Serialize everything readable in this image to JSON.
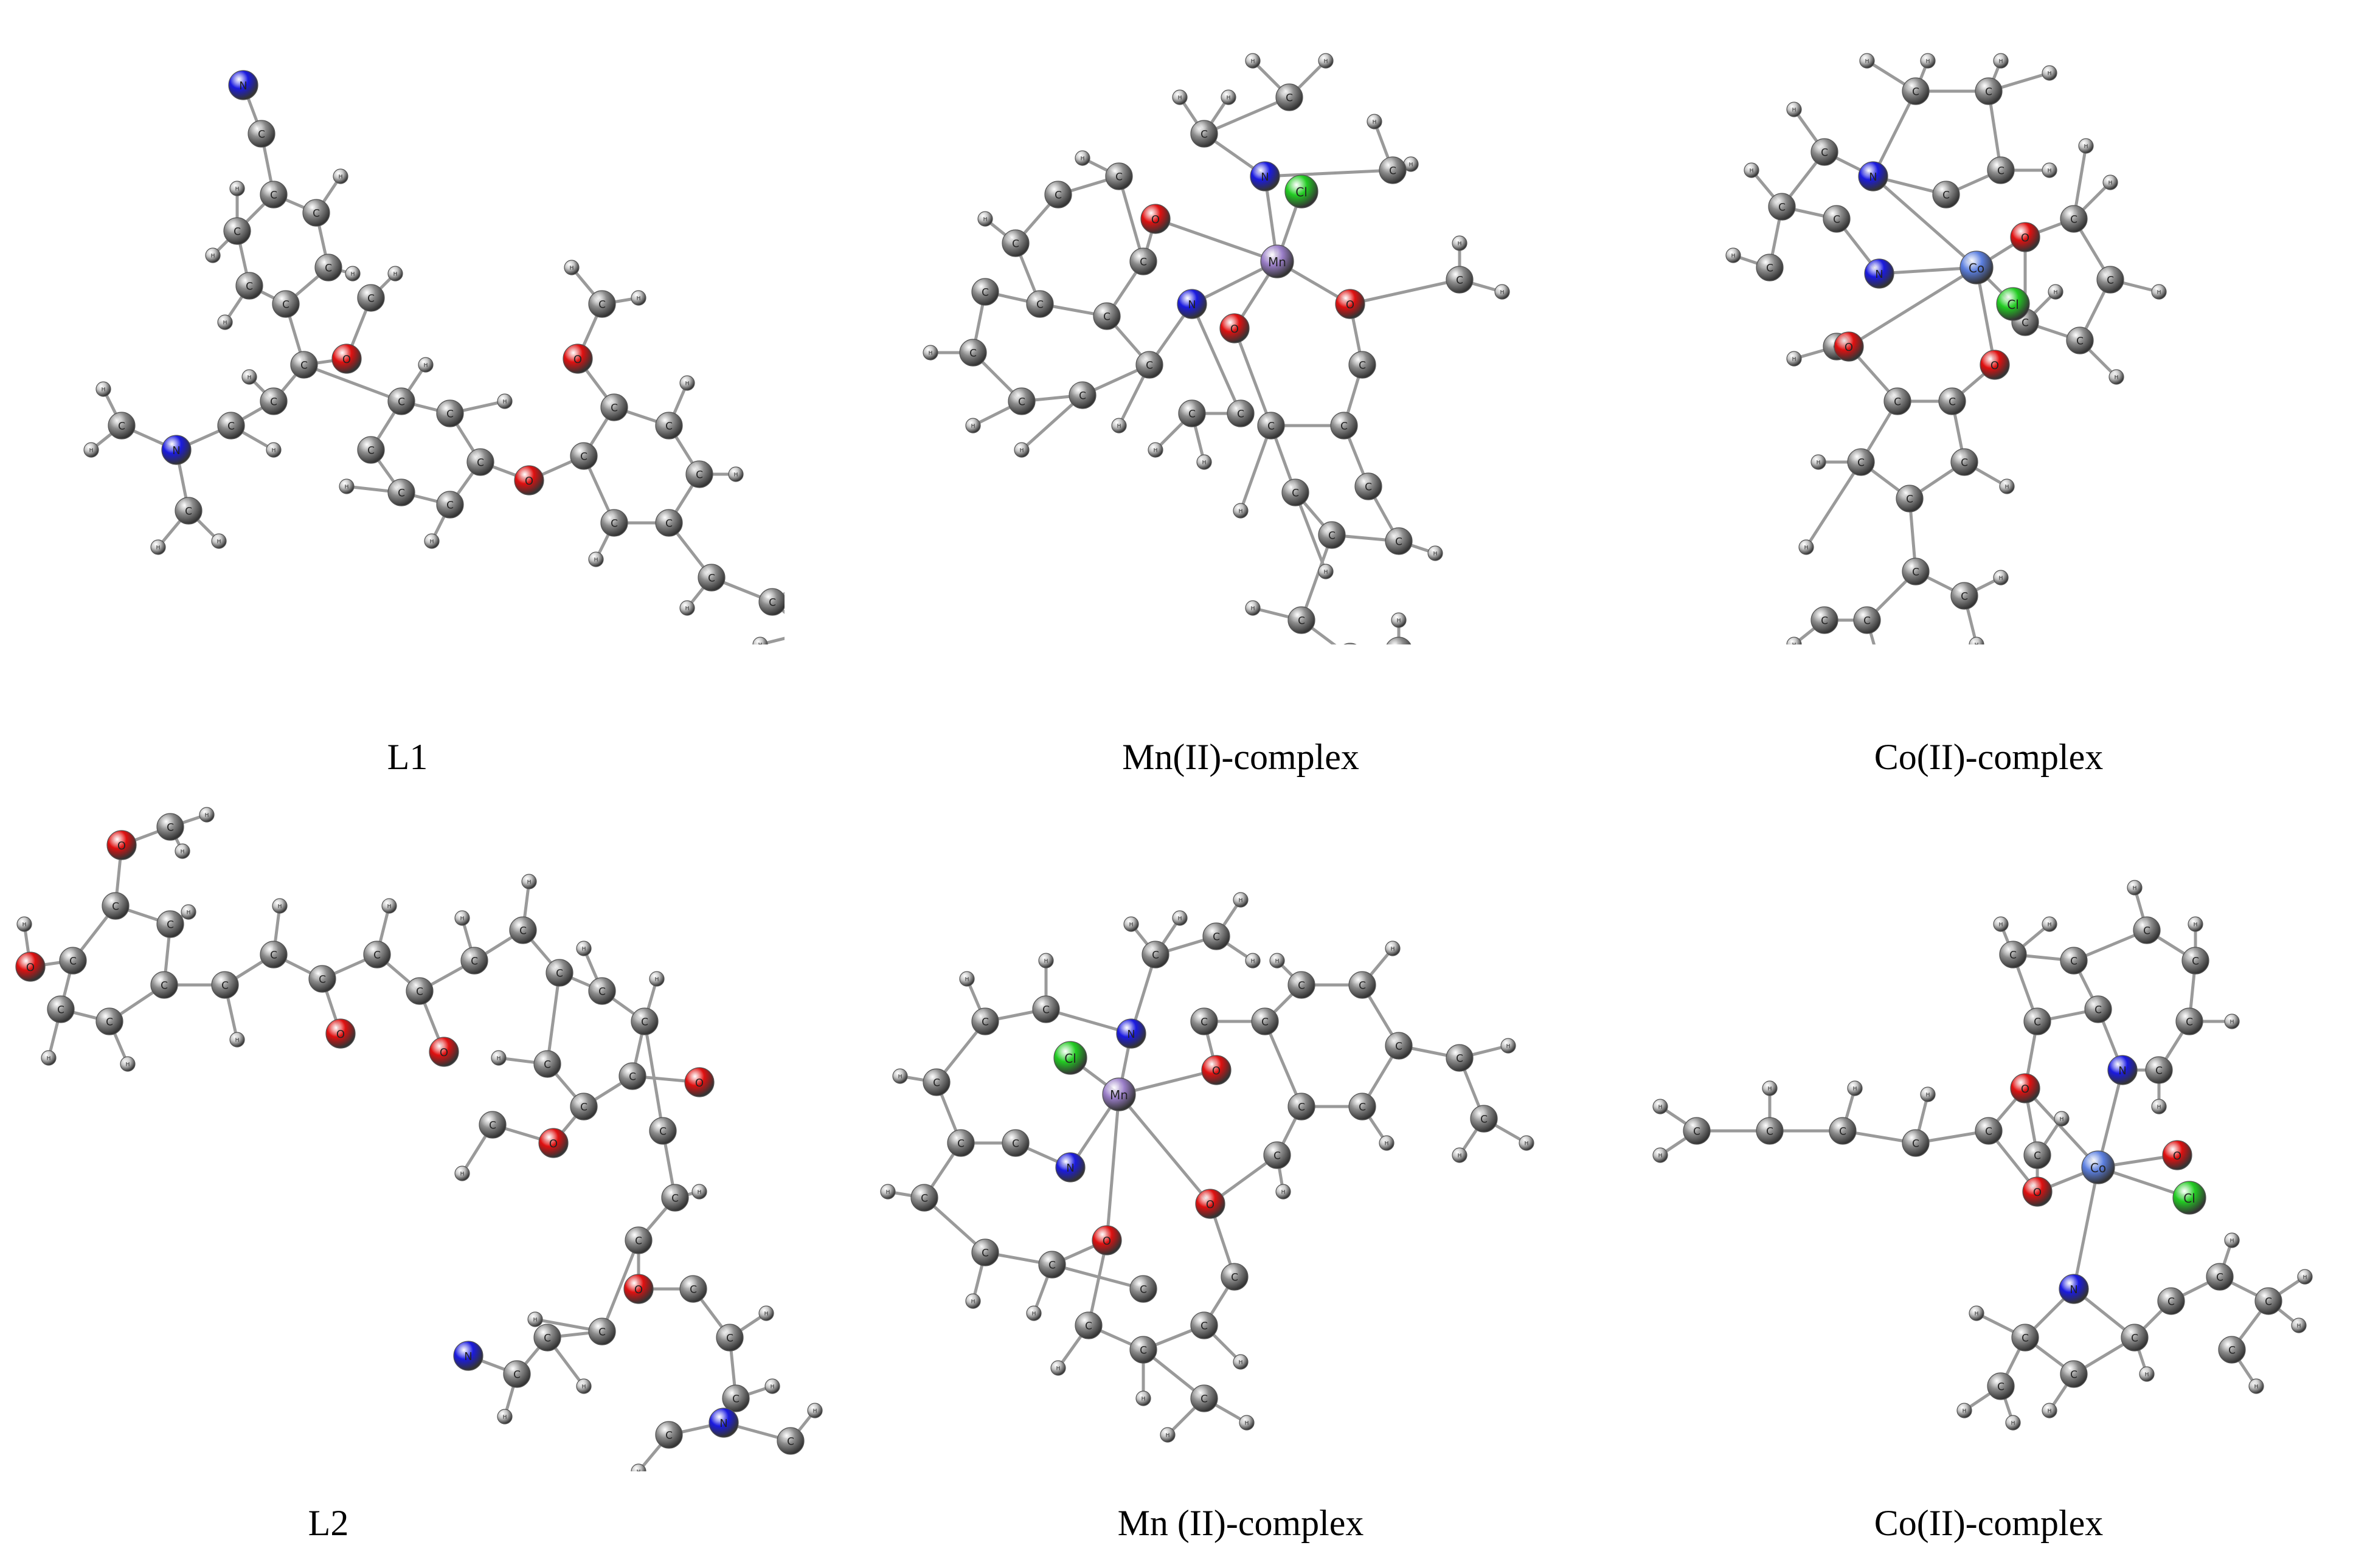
{
  "colors": {
    "background": "#ffffff",
    "carbon": "#8c8c8c",
    "hydrogen": "#c4c4c4",
    "nitrogen": "#1a1ae0",
    "oxygen": "#e01010",
    "chlorine": "#22cc22",
    "manganese": "#9a7ec8",
    "cobalt": "#5b7fe0",
    "bond": "#9a9a9a",
    "atom_label": "#222222",
    "caption": "#000000"
  },
  "atom_labels": {
    "C": "C",
    "H": "H",
    "N": "N",
    "O": "O",
    "Cl": "Cl",
    "Mn": "Mn",
    "Co": "Co"
  },
  "panels": [
    {
      "id": "l1",
      "caption": "L1"
    },
    {
      "id": "mn1",
      "caption": "Mn(II)-complex"
    },
    {
      "id": "co1",
      "caption": "Co(II)-complex"
    },
    {
      "id": "l2",
      "caption": "L2"
    },
    {
      "id": "mn2",
      "caption": "Mn (II)-complex"
    },
    {
      "id": "co2",
      "caption": "Co(II)-complex"
    }
  ]
}
